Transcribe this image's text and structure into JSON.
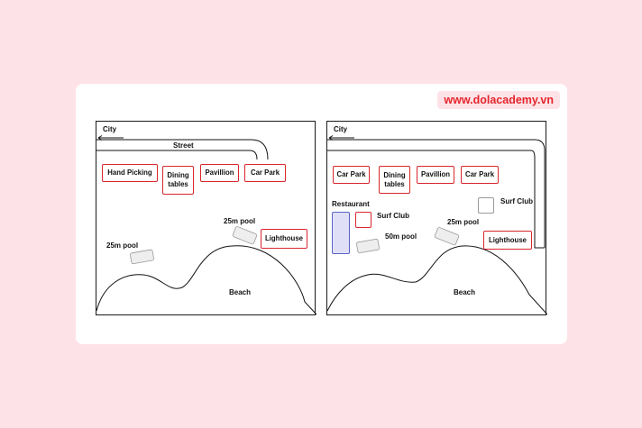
{
  "watermark": "www.dolacademy.vn",
  "before": {
    "city": "City",
    "street": "Street",
    "buildings": {
      "hand_picking": "Hand Picking",
      "dining_tables": "Dining tables",
      "pavillion": "Pavillion",
      "car_park": "Car Park",
      "lighthouse": "Lighthouse"
    },
    "pool_25m_left": "25m pool",
    "pool_25m_right": "25m pool",
    "beach": "Beach"
  },
  "after": {
    "city": "City",
    "buildings": {
      "car_park_1": "Car Park",
      "dining_tables": "Dining tables",
      "pavillion": "Pavillion",
      "car_park_2": "Car Park",
      "lighthouse": "Lighthouse"
    },
    "restaurant": "Restaurant",
    "surf_club_1": "Surf Club",
    "surf_club_2": "Surf Club",
    "pool_50m": "50m pool",
    "pool_25m": "25m pool",
    "beach": "Beach"
  },
  "colors": {
    "background": "#fde3e7",
    "building_border": "#d9262d",
    "restaurant_fill": "#dfe0f7",
    "restaurant_border": "#5a64c8",
    "pool_fill": "#eeeeee"
  }
}
